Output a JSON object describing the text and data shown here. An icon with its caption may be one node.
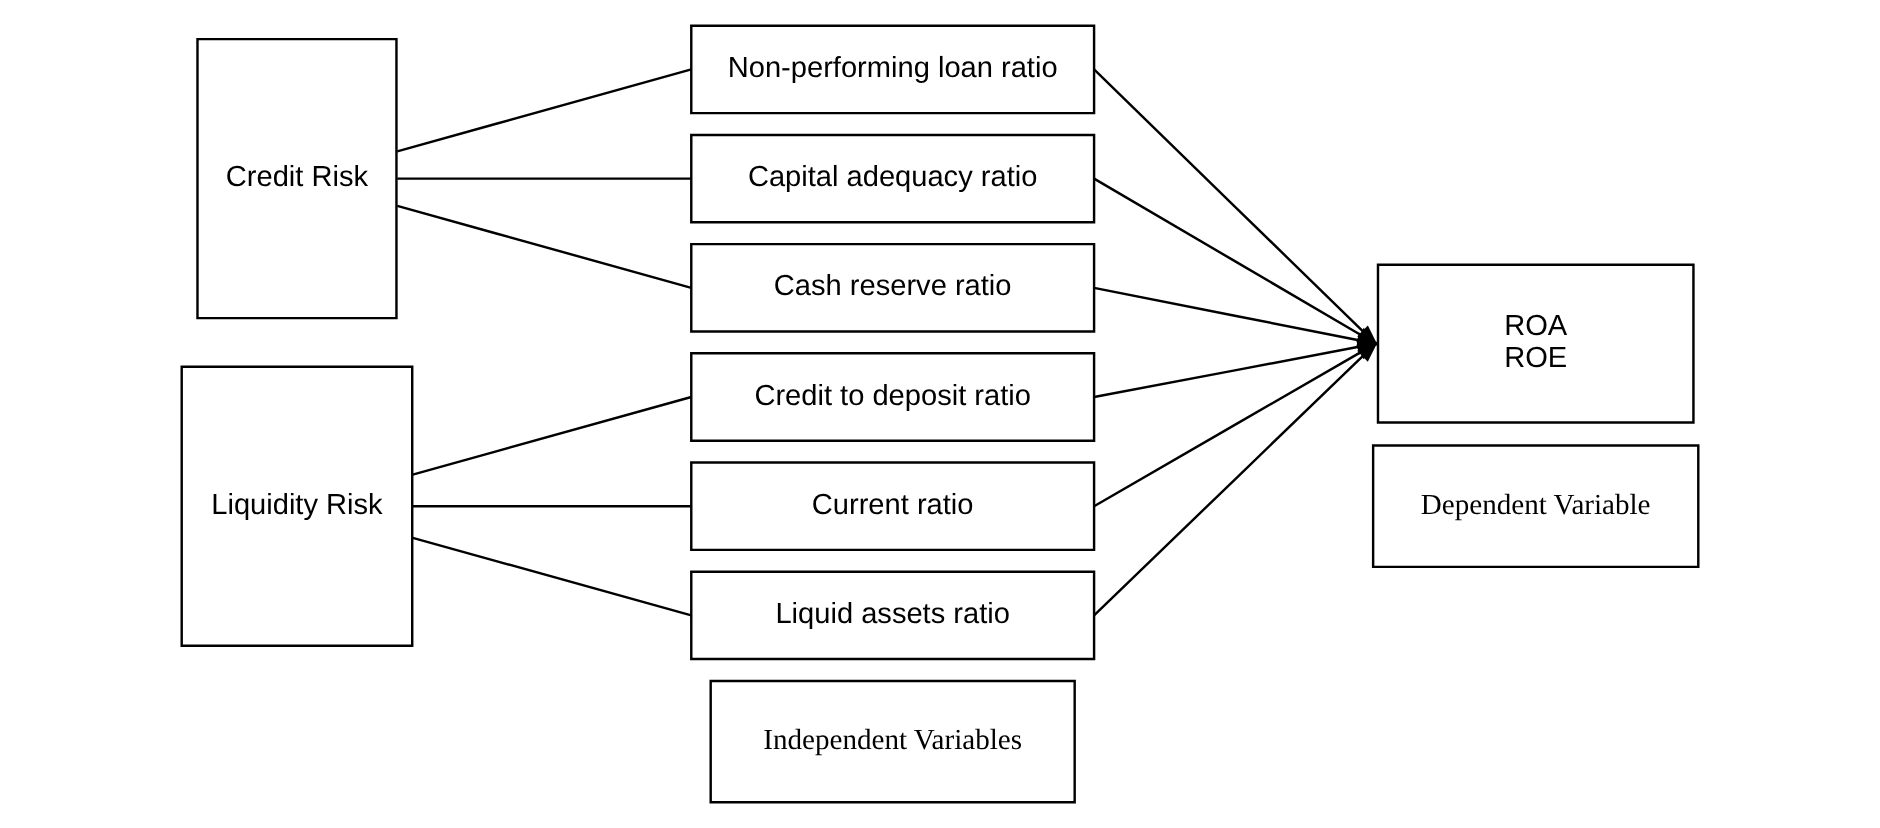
{
  "diagram": {
    "nodes": [
      {
        "text": [
          "Independent Variables"
        ]
      },
      {
        "text": [
          "Dependent Variable"
        ]
      },
      {
        "text": [
          "Credit Risk"
        ]
      },
      {
        "text": [
          "Liquidity Risk"
        ]
      },
      {
        "text": [
          "Non-performing loan ratio"
        ]
      },
      {
        "text": [
          "Capital adequacy ratio"
        ]
      },
      {
        "text": [
          "Cash reserve ratio"
        ]
      },
      {
        "text": [
          "Credit to deposit ratio"
        ]
      },
      {
        "text": [
          "Current ratio"
        ]
      },
      {
        "text": [
          "Liquid assets ratio"
        ]
      },
      {
        "text": [
          "ROA",
          "ROE"
        ]
      }
    ],
    "edges": [
      {
        "from": 2,
        "to": 4,
        "arrow": "none"
      },
      {
        "from": 2,
        "to": 5,
        "arrow": "none"
      },
      {
        "from": 2,
        "to": 6,
        "arrow": "none"
      },
      {
        "from": 3,
        "to": 7,
        "arrow": "none"
      },
      {
        "from": 3,
        "to": 8,
        "arrow": "none"
      },
      {
        "from": 3,
        "to": 9,
        "arrow": "none"
      },
      {
        "from": 4,
        "to": 10,
        "arrow": "to"
      },
      {
        "from": 5,
        "to": 10,
        "arrow": "to"
      },
      {
        "from": 6,
        "to": 10,
        "arrow": "to"
      },
      {
        "from": 7,
        "to": 10,
        "arrow": "to"
      },
      {
        "from": 8,
        "to": 10,
        "arrow": "to"
      },
      {
        "from": 9,
        "to": 10,
        "arrow": "to"
      }
    ]
  }
}
